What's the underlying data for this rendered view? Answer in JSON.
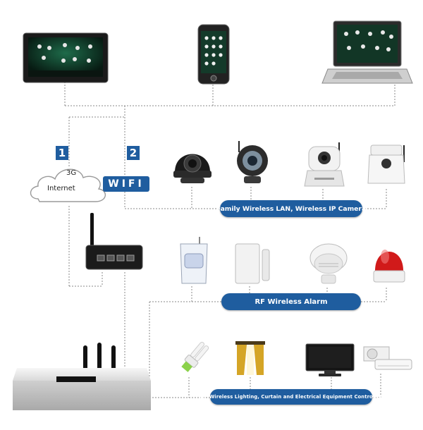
{
  "diagram": {
    "network": {
      "badge_1": "1",
      "badge_2": "2",
      "cloud_3g": "3G",
      "cloud_internet": "Internet",
      "wifi_label": "WIFI"
    },
    "sections": {
      "camera_label": "Family Wireless LAN, Wireless IP Camera",
      "alarm_label": "RF Wireless Alarm",
      "controller_label": "RF Wireless Lighting, Curtain and Electrical Equipment Controller"
    },
    "colors": {
      "accent": "#1f5d9f",
      "line": "#7a7a7a"
    }
  }
}
